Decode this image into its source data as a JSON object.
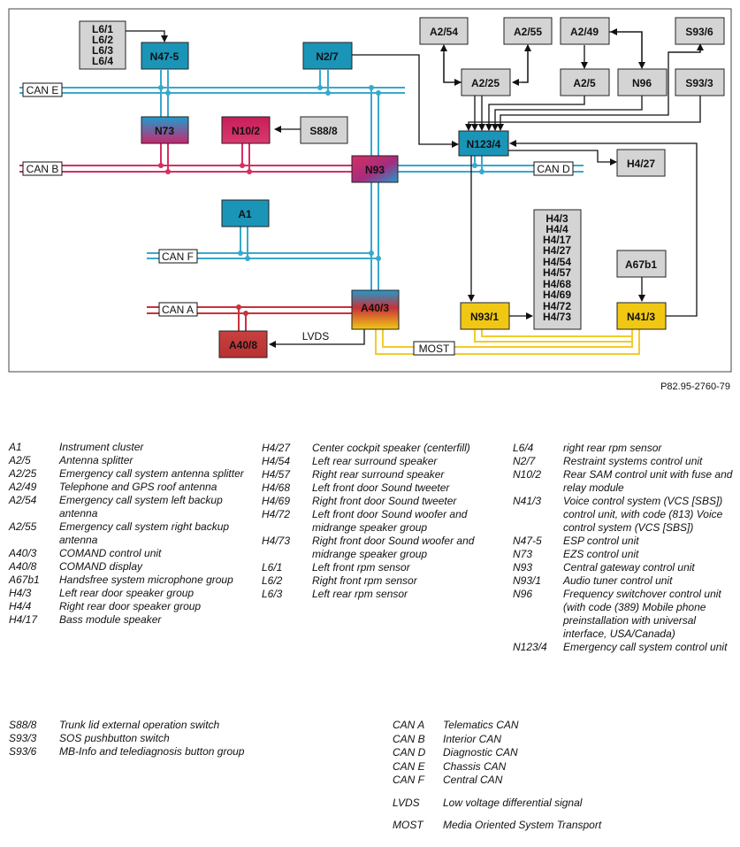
{
  "diagram": {
    "reference": "P82.95-2760-79",
    "nodes": {
      "L6_group": [
        "L6/1",
        "L6/2",
        "L6/3",
        "L6/4"
      ],
      "N47_5": "N47-5",
      "N2_7": "N2/7",
      "A2_54": "A2/54",
      "A2_55": "A2/55",
      "A2_49": "A2/49",
      "S93_6": "S93/6",
      "A2_25": "A2/25",
      "A2_5": "A2/5",
      "N96": "N96",
      "S93_3": "S93/3",
      "N73": "N73",
      "N10_2": "N10/2",
      "S88_8": "S88/8",
      "N123_4": "N123/4",
      "N93": "N93",
      "H4_27": "H4/27",
      "A1": "A1",
      "H4_group": [
        "H4/3",
        "H4/4",
        "H4/17",
        "H4/27",
        "H4/54",
        "H4/57",
        "H4/68",
        "H4/69",
        "H4/72",
        "H4/73"
      ],
      "A67b1": "A67b1",
      "A40_3": "A40/3",
      "N93_1": "N93/1",
      "N41_3": "N41/3",
      "A40_8": "A40/8"
    },
    "buses": {
      "can_e": "CAN E",
      "can_b": "CAN B",
      "can_d": "CAN D",
      "can_f": "CAN F",
      "can_a": "CAN A",
      "lvds": "LVDS",
      "most": "MOST"
    },
    "colors": {
      "can_e": "#37a9cd",
      "can_b": "#d62f63",
      "can_f": "#37a9cd",
      "can_a": "#c8323a",
      "most": "#f2cc2a",
      "box_grey": "#d4d4d4",
      "box_blue": "#1a95b8",
      "box_yellow": "#f0c814"
    }
  },
  "legend": {
    "col1": [
      {
        "code": "A1",
        "desc": "Instrument cluster"
      },
      {
        "code": "A2/5",
        "desc": "Antenna splitter"
      },
      {
        "code": "A2/25",
        "desc": "Emergency call system antenna splitter"
      },
      {
        "code": "A2/49",
        "desc": "Telephone and GPS roof antenna"
      },
      {
        "code": "A2/54",
        "desc": "Emergency call system left backup antenna"
      },
      {
        "code": "A2/55",
        "desc": "Emergency call system right backup antenna"
      },
      {
        "code": "A40/3",
        "desc": "COMAND control unit"
      },
      {
        "code": "A40/8",
        "desc": "COMAND display"
      },
      {
        "code": "A67b1",
        "desc": "Handsfree system microphone group"
      },
      {
        "code": "H4/3",
        "desc": "Left rear door speaker group"
      },
      {
        "code": "H4/4",
        "desc": "Right rear door speaker group"
      },
      {
        "code": "H4/17",
        "desc": "Bass module speaker"
      }
    ],
    "col2": [
      {
        "code": "H4/27",
        "desc": "Center cockpit speaker (centerfill)"
      },
      {
        "code": "H4/54",
        "desc": "Left rear surround speaker"
      },
      {
        "code": "H4/57",
        "desc": "Right rear surround speaker"
      },
      {
        "code": "H4/68",
        "desc": "Left front door Sound tweeter"
      },
      {
        "code": "H4/69",
        "desc": "Right front door Sound tweeter"
      },
      {
        "code": "H4/72",
        "desc": "Left front door Sound woofer and midrange speaker group"
      },
      {
        "code": "H4/73",
        "desc": "Right front door Sound woofer and midrange speaker group"
      },
      {
        "code": "L6/1",
        "desc": "Left front rpm sensor"
      },
      {
        "code": "L6/2",
        "desc": "Right front rpm sensor"
      },
      {
        "code": "L6/3",
        "desc": "Left rear rpm sensor"
      }
    ],
    "col3": [
      {
        "code": "L6/4",
        "desc": "right rear rpm sensor"
      },
      {
        "code": "N2/7",
        "desc": "Restraint systems control unit"
      },
      {
        "code": "N10/2",
        "desc": "Rear SAM control unit with fuse and relay module"
      },
      {
        "code": "N41/3",
        "desc": "Voice control system (VCS [SBS]) control unit, with code (813) Voice control system (VCS [SBS])"
      },
      {
        "code": "N47-5",
        "desc": "ESP control unit"
      },
      {
        "code": "N73",
        "desc": "EZS control unit"
      },
      {
        "code": "N93",
        "desc": "Central gateway control unit"
      },
      {
        "code": "N93/1",
        "desc": "Audio tuner control unit"
      },
      {
        "code": "N96",
        "desc": "Frequency switchover control unit (with code (389) Mobile phone preinstallation with universal interface, USA/Canada)"
      },
      {
        "code": "N123/4",
        "desc": "Emergency call system control unit"
      }
    ],
    "col4": [
      {
        "code": "S88/8",
        "desc": "Trunk lid external operation switch"
      },
      {
        "code": "S93/3",
        "desc": "SOS pushbutton switch"
      },
      {
        "code": "S93/6",
        "desc": "MB-Info and telediagnosis button group"
      }
    ],
    "col5": [
      {
        "code": "CAN A",
        "desc": "Telematics CAN"
      },
      {
        "code": "CAN B",
        "desc": "Interior CAN"
      },
      {
        "code": "CAN D",
        "desc": "Diagnostic CAN"
      },
      {
        "code": "CAN E",
        "desc": "Chassis CAN"
      },
      {
        "code": "CAN F",
        "desc": "Central CAN"
      },
      {
        "code": "LVDS",
        "desc": "Low voltage differential signal"
      },
      {
        "code": "MOST",
        "desc": "Media Oriented System Transport"
      }
    ]
  }
}
